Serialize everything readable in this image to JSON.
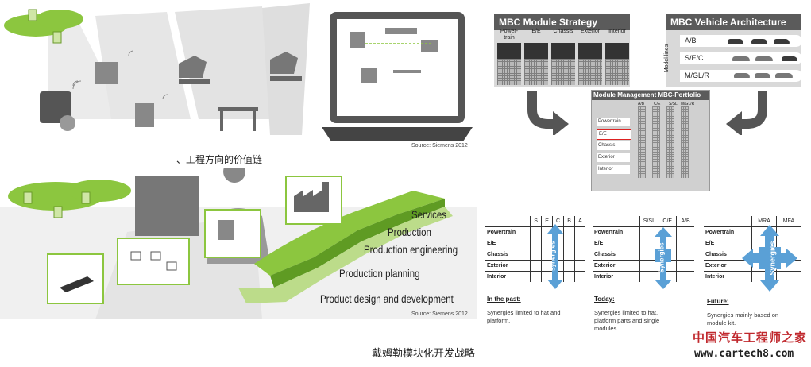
{
  "top_left": {
    "caption": "、工程方向的价值链",
    "source": "Source: Siemens 2012"
  },
  "bottom_left": {
    "source": "Source: Siemens 2012",
    "stairs": [
      "Services",
      "Production",
      "Production engineering",
      "Production planning",
      "Product design and development"
    ]
  },
  "module_strategy": {
    "title": "MBC Module Strategy",
    "modules": [
      "Power-\ntrain",
      "E/E",
      "Chassis",
      "Exterior",
      "Interior"
    ]
  },
  "vehicle_arch": {
    "title": "MBC Vehicle Architecture",
    "axis_label": "Model lines",
    "rows": [
      "A/B",
      "S/E/C",
      "M/GL/R"
    ]
  },
  "portfolio": {
    "title": "Module Management MBC-Portfolio",
    "columns": [
      "A/B",
      "C/E",
      "S/SL",
      "M/GL/R"
    ],
    "rows": [
      "Powertrain",
      "E/E",
      "Chassis",
      "Exterior",
      "Interior"
    ]
  },
  "synergy_tables": [
    {
      "columns": [
        "S",
        "E",
        "C",
        "B",
        "A"
      ],
      "rows": [
        "Powertrain",
        "E/E",
        "Chassis",
        "Exterior",
        "Interior"
      ],
      "arrow_label": "Synergies",
      "caption_title": "In the past:",
      "caption_body": "Synergies limited to hat and platform."
    },
    {
      "columns": [
        "S/SL",
        "C/E",
        "A/B"
      ],
      "rows": [
        "Powertrain",
        "E/E",
        "Chassis",
        "Exterior",
        "Interior"
      ],
      "arrow_label": "Synergies",
      "caption_title": "Today:",
      "caption_body": "Synergies limited to hat, platform parts and single modules."
    },
    {
      "columns": [
        "MRA",
        "MFA"
      ],
      "rows": [
        "Powertrain",
        "E/E",
        "Chassis",
        "Exterior",
        "Interior"
      ],
      "arrow_label": "Synergies",
      "caption_title": "Future:",
      "caption_body": "Synergies mainly based on module kit."
    }
  ],
  "bottom_caption": "戴姆勒模块化开发战略",
  "watermark": {
    "line1": "中国汽车工程师之家",
    "line2": "www.cartech8.com"
  },
  "colors": {
    "green": "#8cc63f",
    "light_green": "#cfe6a6",
    "dark_gray": "#5b5b5b",
    "arrow_blue": "#5aa0d6",
    "watermark_red": "#c0282d"
  }
}
